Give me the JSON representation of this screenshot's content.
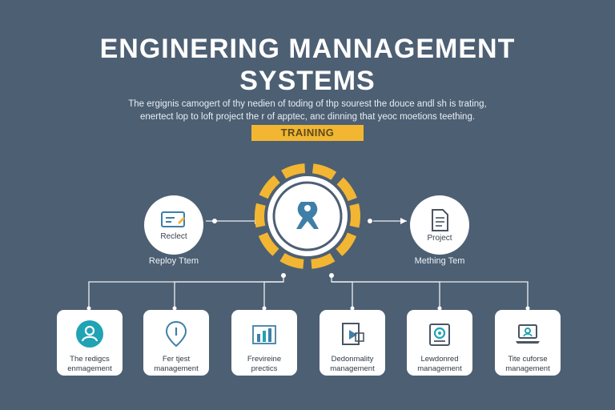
{
  "header": {
    "title_line1": "ENGINERING MANNAGEMENT",
    "title_line2": "SYSTEMS",
    "desc_line1": "The ergignis camogert of thy nedien of toding of thp sourest the douce andl sh is trating,",
    "desc_line2": "enertect lop to loft project the r of apptec, anc dinning that yeoc moetions teething.",
    "badge": "TRAINING"
  },
  "left_node": {
    "label": "Reclect",
    "sub": "Reploy Ttem"
  },
  "right_node": {
    "label": "Project",
    "sub": "Mething Tem"
  },
  "cards": [
    {
      "icon": "person-icon",
      "line1": "The redigcs",
      "line2": "enmagement"
    },
    {
      "icon": "location-pin-icon",
      "line1": "Fer tjest",
      "line2": "management"
    },
    {
      "icon": "bar-chart-icon",
      "line1": "Frevireine",
      "line2": "prectics"
    },
    {
      "icon": "document-play-icon",
      "line1": "Dedonmality",
      "line2": "management"
    },
    {
      "icon": "gear-clipboard-icon",
      "line1": "Lewdonred",
      "line2": "management"
    },
    {
      "icon": "laptop-icon",
      "line1": "Tite cuforse",
      "line2": "management"
    }
  ],
  "colors": {
    "background": "#4d5f73",
    "accent": "#f2b632",
    "icon": "#3e7fa8"
  },
  "hub_icon": "ribbon-icon"
}
